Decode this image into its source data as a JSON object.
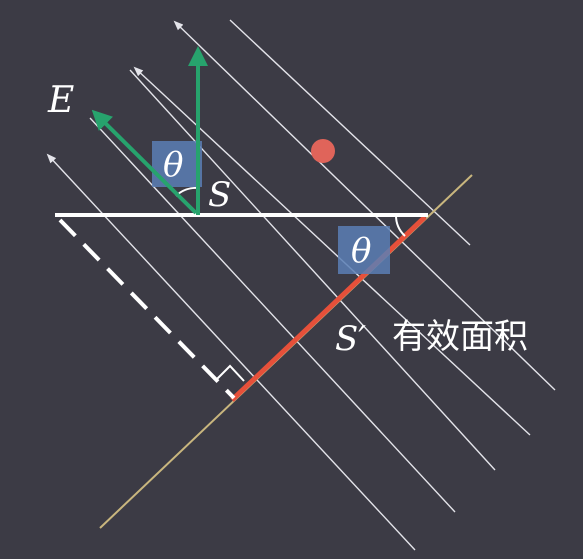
{
  "labels": {
    "field": "E",
    "surface": "S",
    "theta_top": "θ",
    "theta_bottom": "θ",
    "effective_prefix": "S′",
    "effective_text": "有效面积"
  },
  "colors": {
    "background": "#3c3b45",
    "field_lines": "#e4e4ea",
    "surface": "#ffffff",
    "normal_arrows": "#27a36d",
    "effective_area": "#e6503a",
    "projection_line": "#c9b67e",
    "angle_box": "#5a7fb5",
    "charge_dot": "#e0645a"
  }
}
